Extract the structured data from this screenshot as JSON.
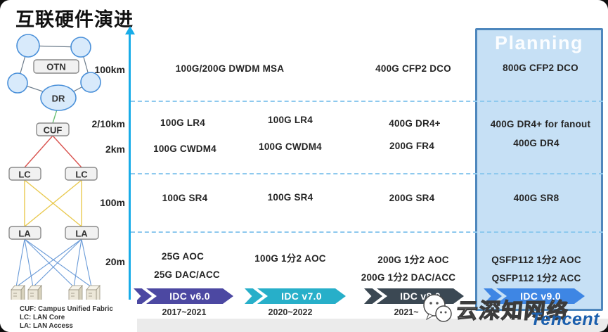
{
  "title": "互联硬件演进",
  "topology": {
    "otn_label": "OTN",
    "dr_label": "DR",
    "cuf_label": "CUF",
    "lc1_label": "LC",
    "lc2_label": "LC",
    "la1_label": "LA",
    "la2_label": "LA",
    "legend": {
      "line1": "CUF:  Campus Unified Fabric",
      "line2": "LC: LAN Core",
      "line3": "LA: LAN Access"
    }
  },
  "axis": {
    "d1": "100km",
    "d2": "2/10km",
    "d3": "2km",
    "d4": "100m",
    "d5": "20m"
  },
  "planning": {
    "label": "Planning",
    "bg": "#c6e0f5",
    "border": "#4e87bd"
  },
  "cells": {
    "r1_c12": "100G/200G DWDM MSA",
    "r1_c3": "400G CFP2 DCO",
    "r1_c4": "800G CFP2 DCO",
    "r2_c1": "100G LR4",
    "r2_c2": "100G LR4",
    "r2_c3": "400G DR4+",
    "r2_c4": "400G DR4+ for fanout",
    "r3_c1": "100G CWDM4",
    "r3_c2": "100G CWDM4",
    "r3_c3": "200G FR4",
    "r3_c4": "400G DR4",
    "r4_c1": "100G SR4",
    "r4_c2": "100G SR4",
    "r4_c3": "200G SR4",
    "r4_c4": "400G SR8",
    "r5_c1a": "25G AOC",
    "r5_c1b": "25G DAC/ACC",
    "r5_c2": "100G 1分2 AOC",
    "r5_c3a": "200G 1分2 AOC",
    "r5_c3b": "200G 1分2 DAC/ACC",
    "r5_c4a": "QSFP112 1分2 AOC",
    "r5_c4b": "QSFP112 1分2 ACC"
  },
  "timeline": {
    "v6": {
      "label": "IDC v6.0",
      "dates": "2017~2021",
      "color": "#4C48A2"
    },
    "v7": {
      "label": "IDC v7.0",
      "dates": "2020~2022",
      "color": "#27AFC9"
    },
    "v8": {
      "label": "IDC v8.0",
      "dates": "2021~",
      "color": "#3B4853"
    },
    "v9": {
      "label": "IDC v9.0",
      "dates": "",
      "color": "#3E86E4"
    }
  },
  "watermark": {
    "text": "云深知网络"
  },
  "brand": {
    "logo": "Tencent",
    "color": "#1B5FAD"
  },
  "colors": {
    "axis": "#18ACE8",
    "dashed": "#8EC9EE"
  }
}
